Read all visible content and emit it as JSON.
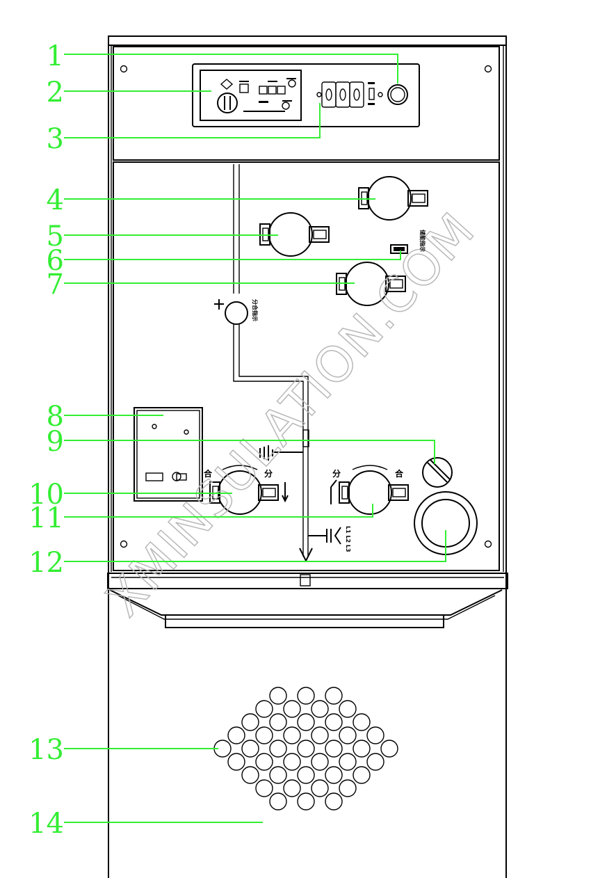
{
  "watermark": "XMINSULATION.COM",
  "colors": {
    "callout": "#33ee33",
    "ink": "#000000",
    "watermark": "#b8b8b8"
  },
  "panel_labels": {
    "close": "合",
    "open": "分",
    "open_close_indicator": "分合指示",
    "energy_storage_indicator": "储能指示",
    "live_indicator": "L1 L2 L3"
  },
  "callouts": [
    {
      "number": "1"
    },
    {
      "number": "2"
    },
    {
      "number": "3"
    },
    {
      "number": "4"
    },
    {
      "number": "5"
    },
    {
      "number": "6"
    },
    {
      "number": "7"
    },
    {
      "number": "8"
    },
    {
      "number": "9"
    },
    {
      "number": "10"
    },
    {
      "number": "11"
    },
    {
      "number": "12"
    },
    {
      "number": "13"
    },
    {
      "number": "14"
    }
  ]
}
